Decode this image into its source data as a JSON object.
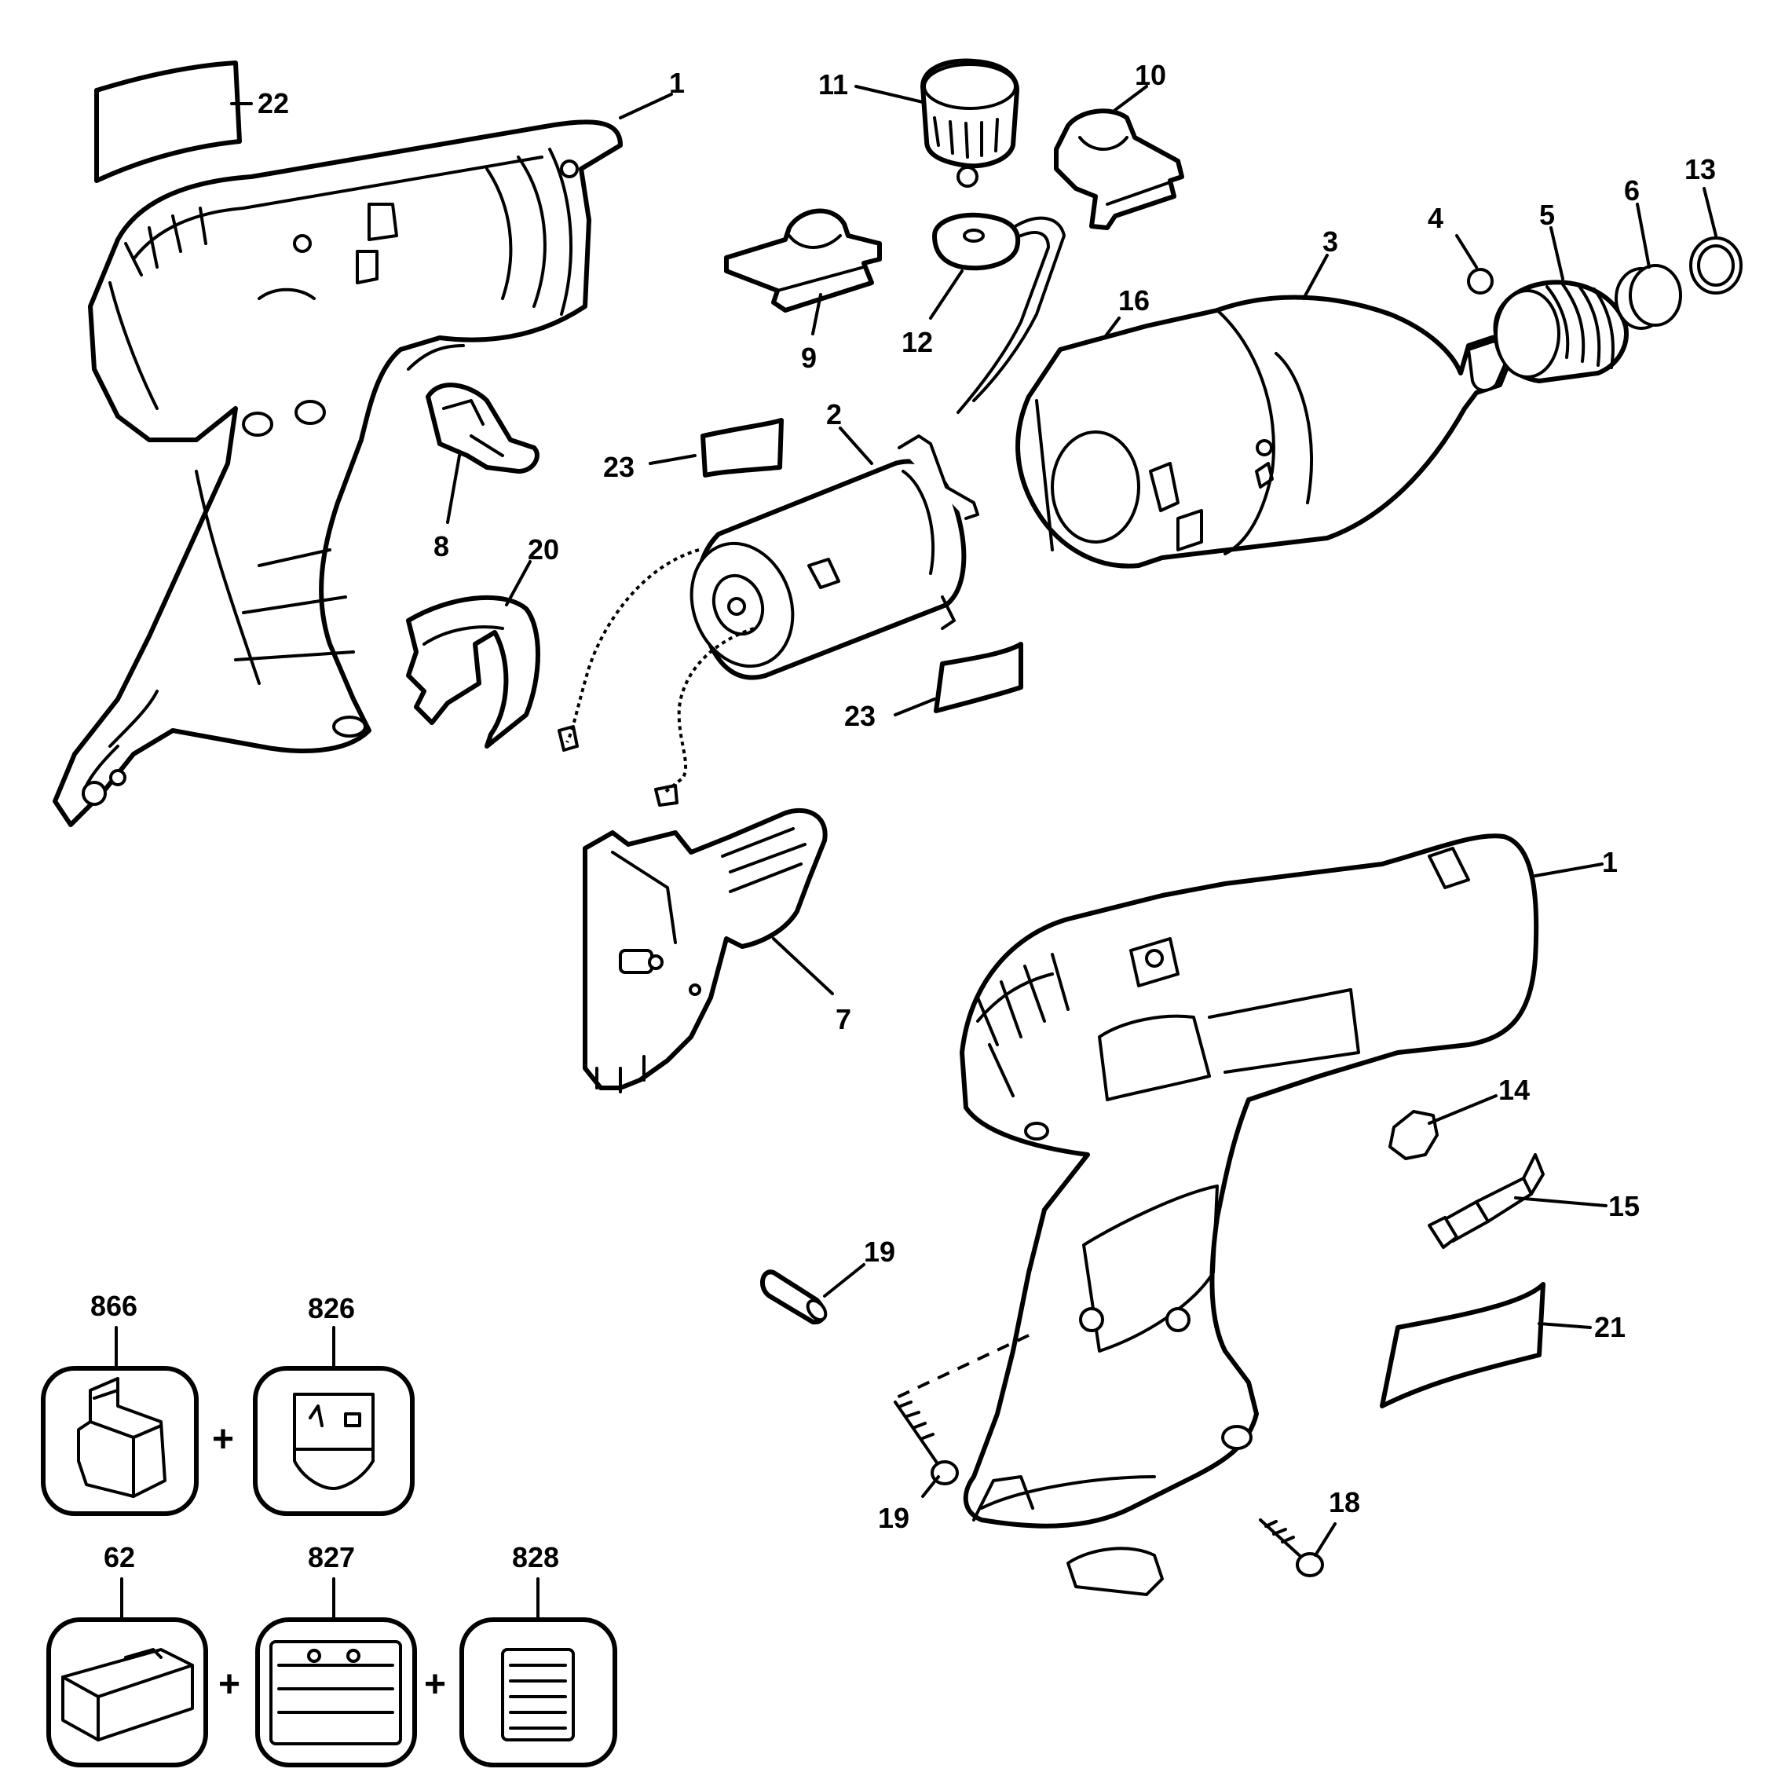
{
  "diagram": {
    "part_numbers": {
      "p1a": "1",
      "p1b": "1",
      "p2": "2",
      "p3": "3",
      "p4": "4",
      "p5": "5",
      "p6": "6",
      "p7": "7",
      "p8": "8",
      "p9": "9",
      "p10": "10",
      "p11": "11",
      "p12": "12",
      "p13": "13",
      "p14": "14",
      "p15": "15",
      "p16": "16",
      "p18": "18",
      "p19a": "19",
      "p19b": "19",
      "p20": "20",
      "p21": "21",
      "p22": "22",
      "p23a": "23",
      "p23b": "23"
    },
    "kit_numbers": {
      "k866": "866",
      "k826": "826",
      "k62": "62",
      "k827": "827",
      "k828": "828"
    },
    "plus_sign": "+"
  }
}
